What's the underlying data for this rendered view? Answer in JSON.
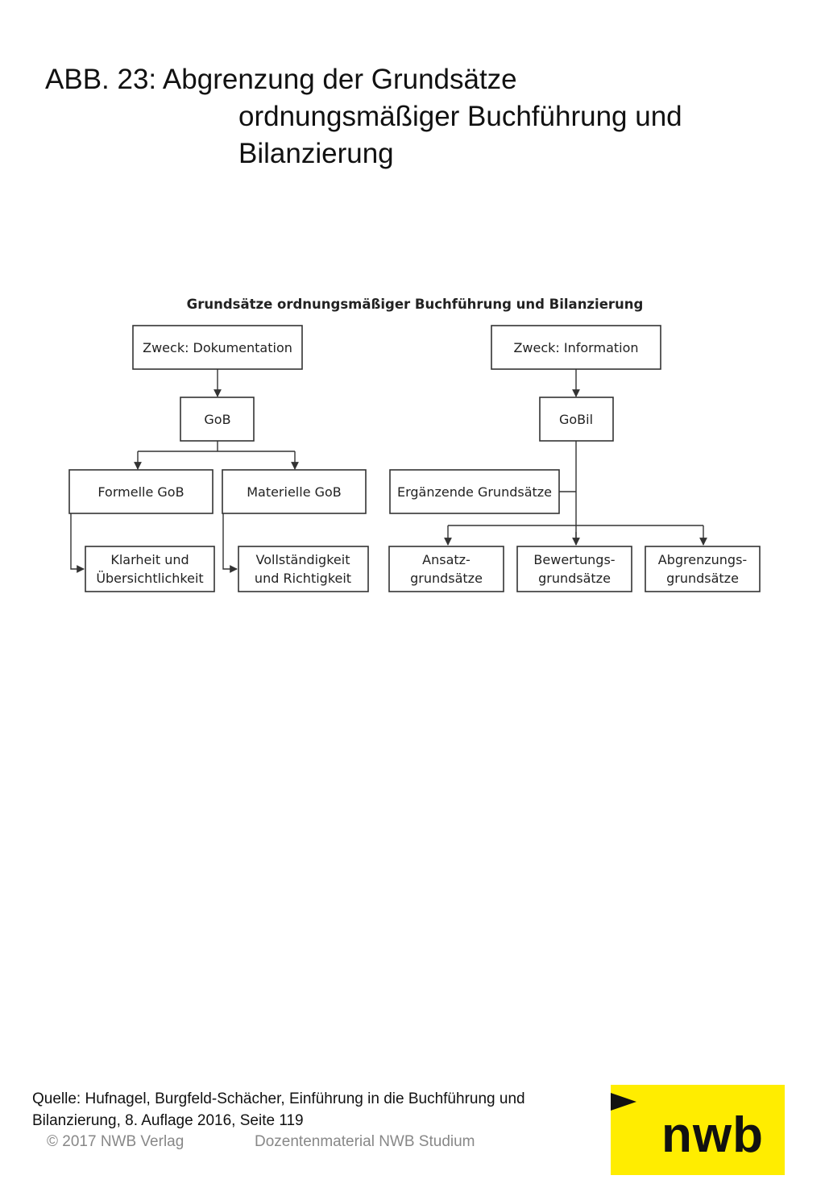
{
  "slide": {
    "title_line1": "ABB. 23: Abgrenzung der Grundsätze",
    "title_line2": "ordnungsmäßiger Buchführung und",
    "title_line3": "Bilanzierung"
  },
  "diagram": {
    "title": "Grundsätze ordnungsmäßiger Buchführung und Bilanzierung",
    "boxes": {
      "zweck_doku": "Zweck: Dokumentation",
      "zweck_info": "Zweck: Information",
      "gob": "GoB",
      "gobil": "GoBil",
      "formelle": "Formelle GoB",
      "materielle": "Materielle GoB",
      "ergaenzende": "Ergänzende Grundsätze",
      "klarheit_1": "Klarheit und",
      "klarheit_2": "Übersichtlichkeit",
      "voll_1": "Vollständigkeit",
      "voll_2": "und Richtigkeit",
      "ansatz_1": "Ansatz-",
      "ansatz_2": "grundsätze",
      "bewertung_1": "Bewertungs-",
      "bewertung_2": "grundsätze",
      "abgrenzung_1": "Abgrenzungs-",
      "abgrenzung_2": "grundsätze"
    }
  },
  "source": {
    "line1": "Quelle: Hufnagel, Burgfeld-Schächer, Einführung in die Buchführung und",
    "line2": "Bilanzierung, 8. Auflage 2016, Seite 119"
  },
  "footer": {
    "copyright": "© 2017 NWB Verlag",
    "material": "Dozentenmaterial NWB Studium"
  },
  "logo": {
    "text": "nwb",
    "background": "#ffed00"
  }
}
